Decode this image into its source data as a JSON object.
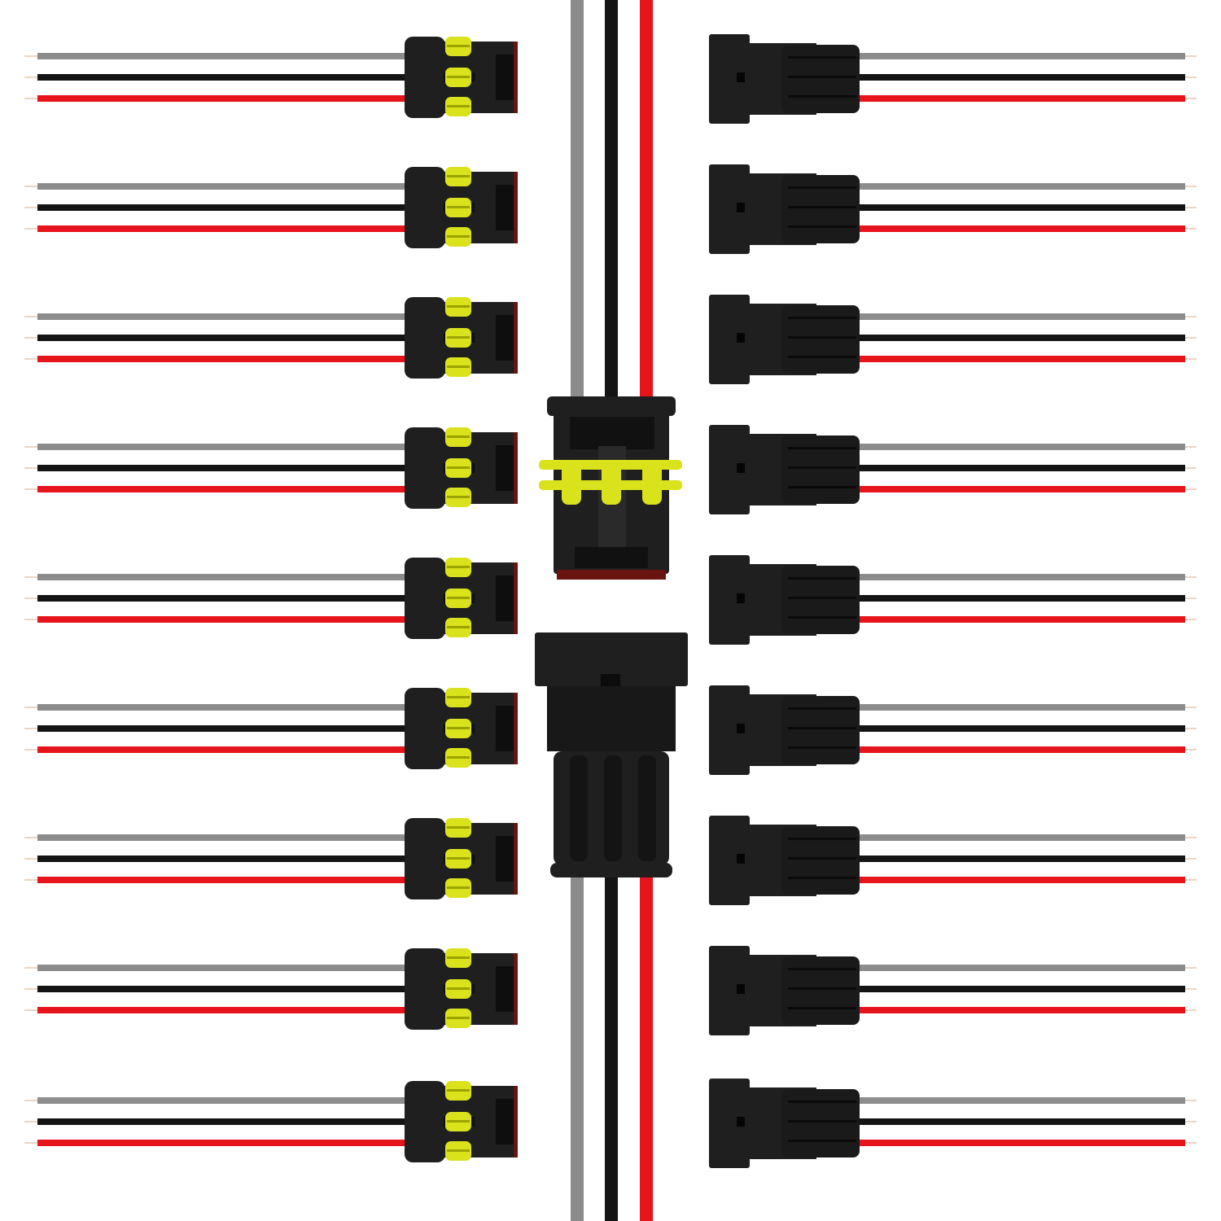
{
  "colors": {
    "background": "#ffffff",
    "wire_gray": "#8c8c8c",
    "wire_black": "#141414",
    "wire_red": "#e8141c",
    "housing": "#1f1f1f",
    "housing_shade": "#111111",
    "seal_yellow": "#d9e21a",
    "seal_edge": "#9aa300",
    "tail_red": "#6a1410",
    "copper": "#e9d6c4"
  },
  "connector_kit": {
    "pins_per_connector": 3,
    "wire_order": [
      "gray",
      "black",
      "red"
    ],
    "female_sealed_connectors": 9,
    "male_connectors": 9,
    "mated_demo_pairs": 1
  }
}
